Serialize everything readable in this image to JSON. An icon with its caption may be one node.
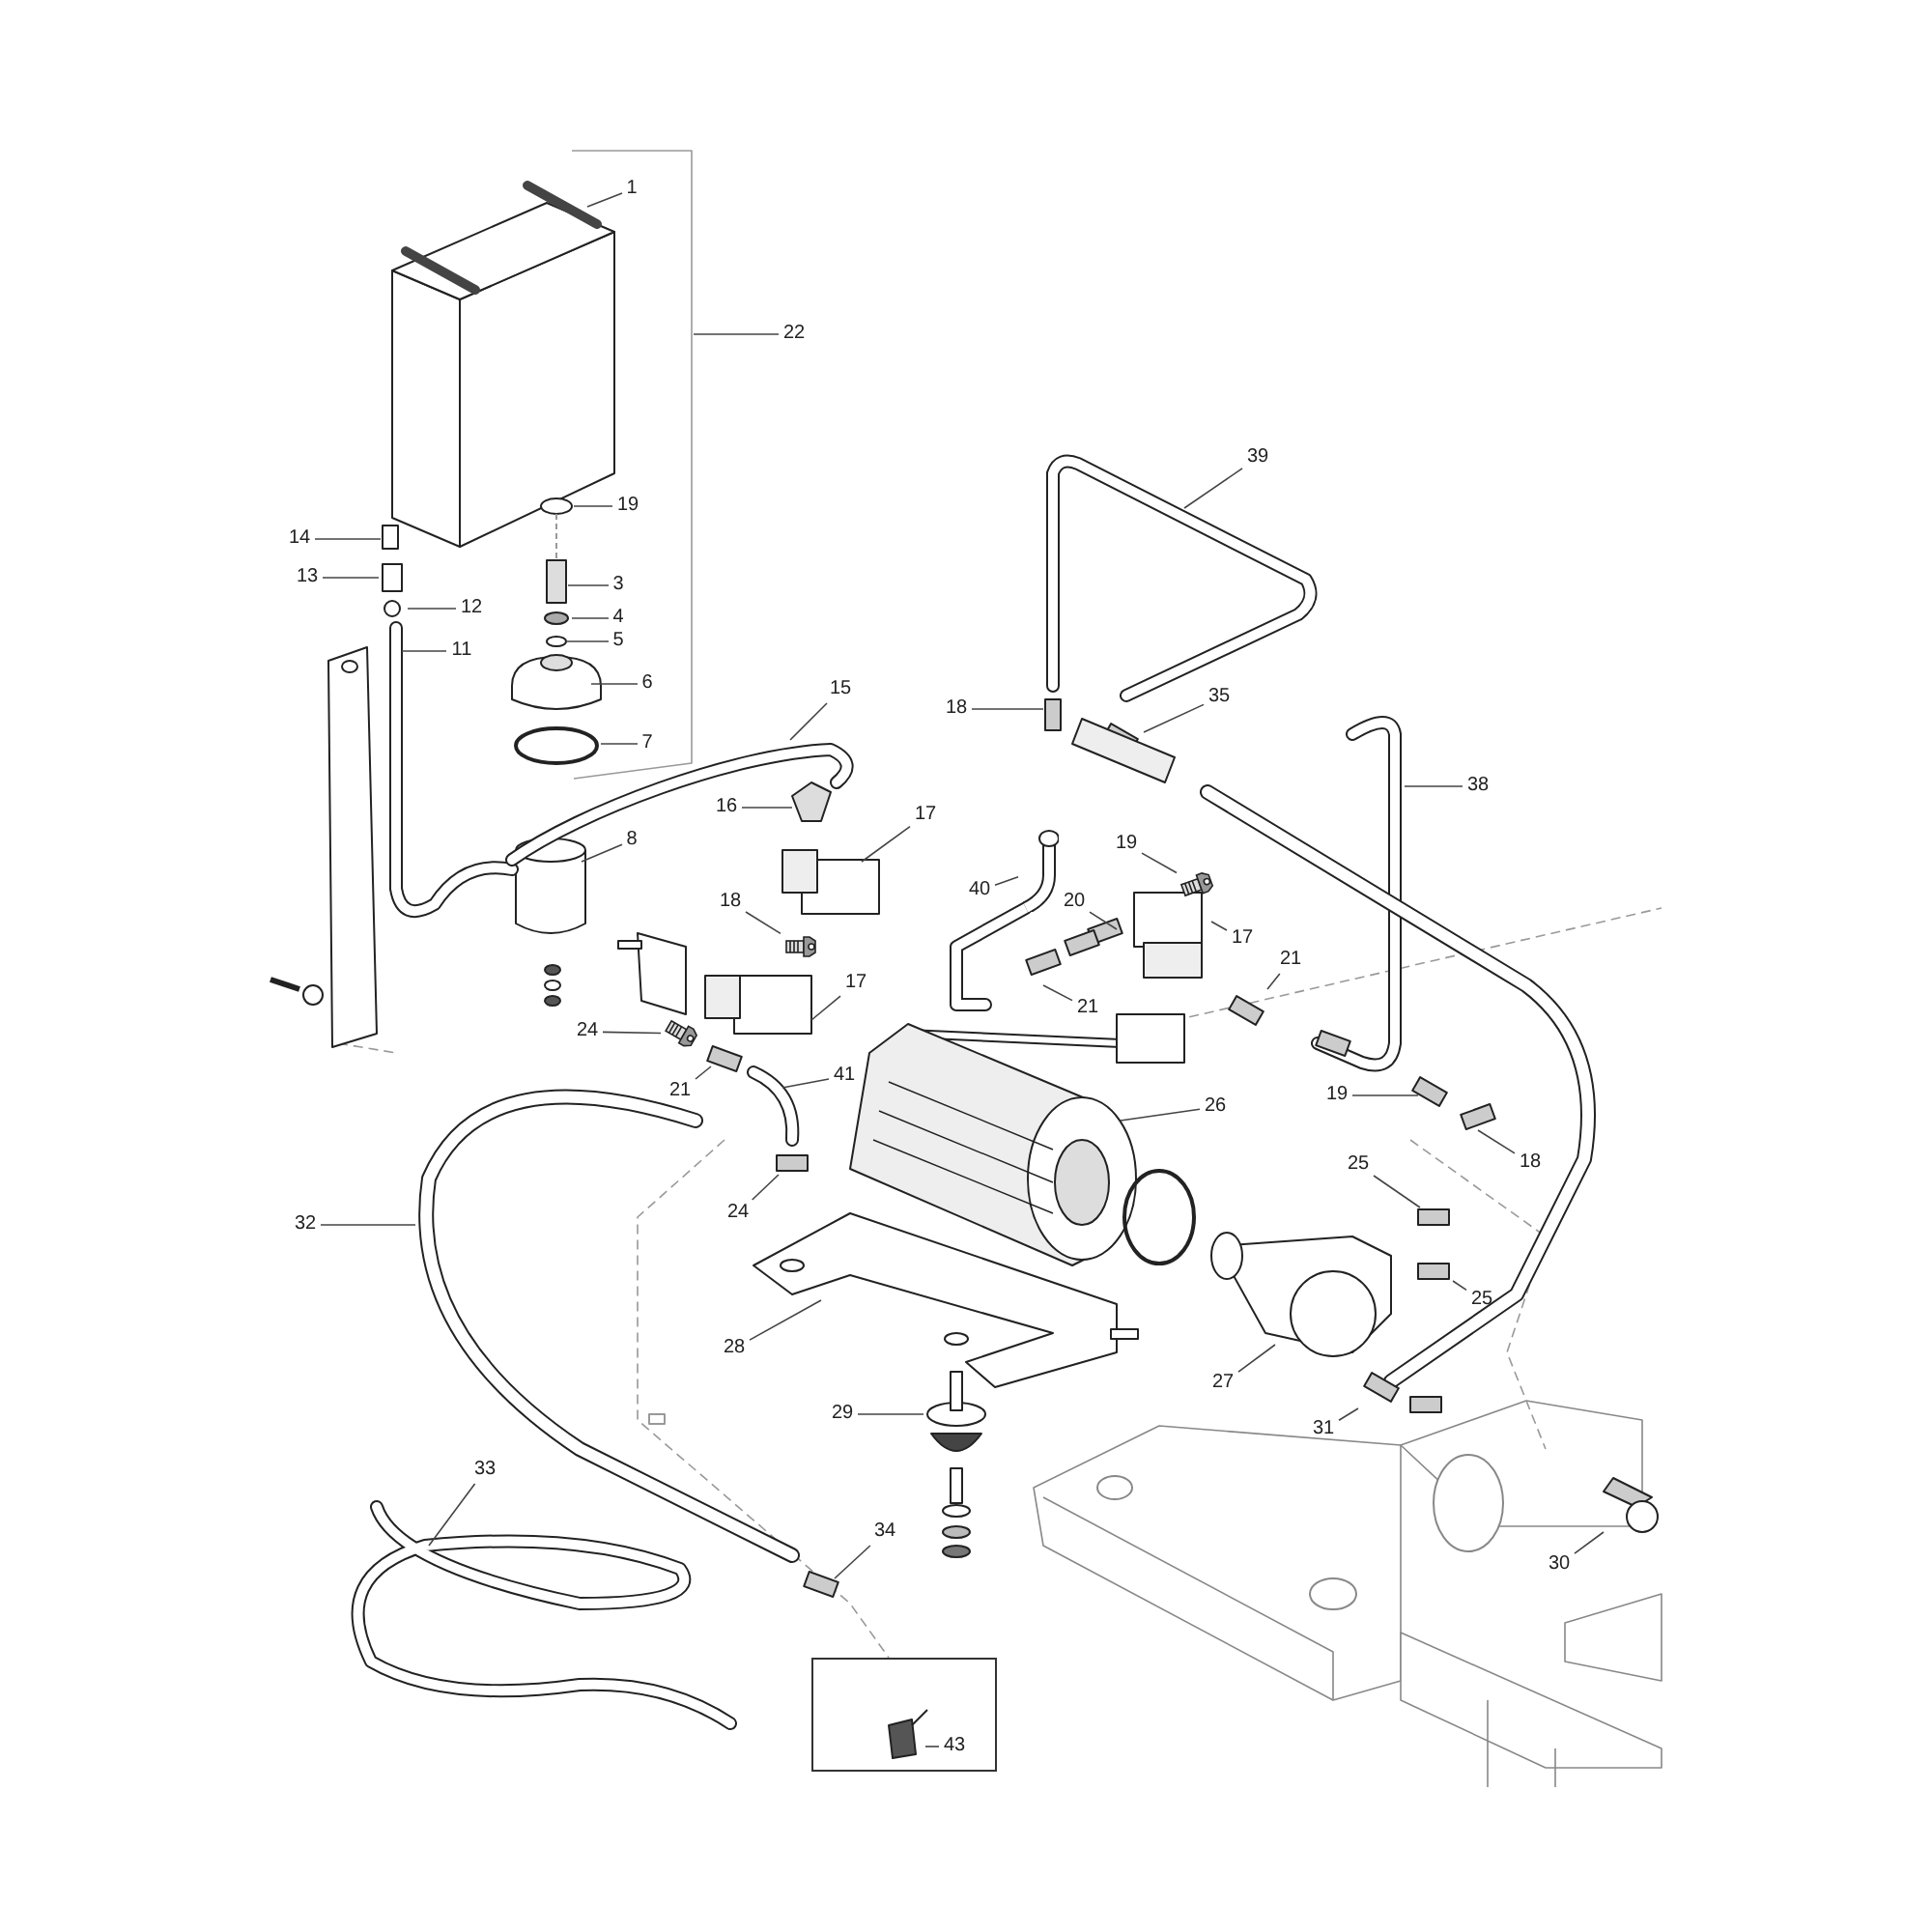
{
  "diagram": {
    "nodes": [
      {
        "text": [
          "1"
        ]
      },
      {
        "text": [
          "22"
        ]
      },
      {
        "text": [
          "39"
        ]
      },
      {
        "text": [
          "19"
        ]
      },
      {
        "text": [
          "14"
        ]
      },
      {
        "text": [
          "13"
        ]
      },
      {
        "text": [
          "3"
        ]
      },
      {
        "text": [
          "12"
        ]
      },
      {
        "text": [
          "4"
        ]
      },
      {
        "text": [
          "5"
        ]
      },
      {
        "text": [
          "11"
        ]
      },
      {
        "text": [
          "6"
        ]
      },
      {
        "text": [
          "15"
        ]
      },
      {
        "text": [
          "18"
        ]
      },
      {
        "text": [
          "35"
        ]
      },
      {
        "text": [
          "7"
        ]
      },
      {
        "text": [
          "38"
        ]
      },
      {
        "text": [
          "16"
        ]
      },
      {
        "text": [
          "17"
        ]
      },
      {
        "text": [
          "8"
        ]
      },
      {
        "text": [
          "19"
        ]
      },
      {
        "text": [
          "40"
        ]
      },
      {
        "text": [
          "18"
        ]
      },
      {
        "text": [
          "20"
        ]
      },
      {
        "text": [
          "17"
        ]
      },
      {
        "text": [
          "21"
        ]
      },
      {
        "text": [
          "17"
        ]
      },
      {
        "text": [
          "21"
        ]
      },
      {
        "text": [
          "24"
        ]
      },
      {
        "text": [
          "41"
        ]
      },
      {
        "text": [
          "21"
        ]
      },
      {
        "text": [
          "19"
        ]
      },
      {
        "text": [
          "26"
        ]
      },
      {
        "text": [
          "18"
        ]
      },
      {
        "text": [
          "25"
        ]
      },
      {
        "text": [
          "24"
        ]
      },
      {
        "text": [
          "32"
        ]
      },
      {
        "text": [
          "25"
        ]
      },
      {
        "text": [
          "28"
        ]
      },
      {
        "text": [
          "27"
        ]
      },
      {
        "text": [
          "29"
        ]
      },
      {
        "text": [
          "31"
        ]
      },
      {
        "text": [
          "33"
        ]
      },
      {
        "text": [
          "34"
        ]
      },
      {
        "text": [
          "30"
        ]
      },
      {
        "text": [],
        "shape": "box"
      },
      {
        "text": [
          "43"
        ],
        "in": 45
      },
      {
        "text": [],
        "shape": "picture"
      },
      {
        "text": [],
        "shape": "picture"
      },
      {
        "text": [],
        "shape": "picture"
      },
      {
        "text": [],
        "shape": "picture"
      }
    ],
    "edges": [
      {
        "from": 0,
        "to": null,
        "arrow": "none"
      },
      {
        "from": 1,
        "to": null,
        "arrow": "none"
      },
      {
        "from": 2,
        "to": null,
        "arrow": "none"
      },
      {
        "from": 3,
        "to": null,
        "arrow": "none"
      },
      {
        "from": 4,
        "to": null,
        "arrow": "none"
      },
      {
        "from": 5,
        "to": null,
        "arrow": "none"
      },
      {
        "from": 6,
        "to": null,
        "arrow": "none"
      },
      {
        "from": 7,
        "to": null,
        "arrow": "none"
      },
      {
        "from": 8,
        "to": null,
        "arrow": "none"
      },
      {
        "from": 9,
        "to": null,
        "arrow": "none"
      },
      {
        "from": 10,
        "to": null,
        "arrow": "none"
      },
      {
        "from": 11,
        "to": null,
        "arrow": "none"
      },
      {
        "from": 12,
        "to": null,
        "arrow": "none"
      },
      {
        "from": 13,
        "to": null,
        "arrow": "none"
      },
      {
        "from": 14,
        "to": null,
        "arrow": "none"
      },
      {
        "from": 15,
        "to": null,
        "arrow": "none"
      },
      {
        "from": 16,
        "to": null,
        "arrow": "none"
      },
      {
        "from": 17,
        "to": null,
        "arrow": "none"
      },
      {
        "from": 18,
        "to": null,
        "arrow": "none"
      },
      {
        "from": 19,
        "to": null,
        "arrow": "none"
      },
      {
        "from": 20,
        "to": 47,
        "arrow": "none"
      },
      {
        "from": 21,
        "to": 48,
        "arrow": "none"
      },
      {
        "from": 22,
        "to": 49,
        "arrow": "none"
      },
      {
        "from": 23,
        "to": null,
        "arrow": "none"
      },
      {
        "from": 24,
        "to": null,
        "arrow": "none"
      },
      {
        "from": 25,
        "to": null,
        "arrow": "none"
      },
      {
        "from": 26,
        "to": null,
        "arrow": "none"
      },
      {
        "from": 27,
        "to": null,
        "arrow": "none"
      },
      {
        "from": 28,
        "to": 50,
        "arrow": "none"
      },
      {
        "from": 29,
        "to": null,
        "arrow": "none"
      },
      {
        "from": 30,
        "to": null,
        "arrow": "none"
      },
      {
        "from": 31,
        "to": null,
        "arrow": "none"
      },
      {
        "from": 32,
        "to": null,
        "arrow": "none"
      },
      {
        "from": 33,
        "to": null,
        "arrow": "none"
      },
      {
        "from": 34,
        "to": null,
        "arrow": "none"
      },
      {
        "from": 35,
        "to": null,
        "arrow": "none"
      },
      {
        "from": 36,
        "to": null,
        "arrow": "none"
      },
      {
        "from": 37,
        "to": null,
        "arrow": "none"
      },
      {
        "from": 38,
        "to": null,
        "arrow": "none"
      },
      {
        "from": 39,
        "to": null,
        "arrow": "none"
      },
      {
        "from": 40,
        "to": null,
        "arrow": "none"
      },
      {
        "from": 41,
        "to": null,
        "arrow": "none"
      },
      {
        "from": 42,
        "to": null,
        "arrow": "none"
      },
      {
        "from": 43,
        "to": null,
        "arrow": "none"
      },
      {
        "from": 44,
        "to": null,
        "arrow": "none"
      },
      {
        "from": 46,
        "to": null,
        "arrow": "none"
      }
    ]
  }
}
